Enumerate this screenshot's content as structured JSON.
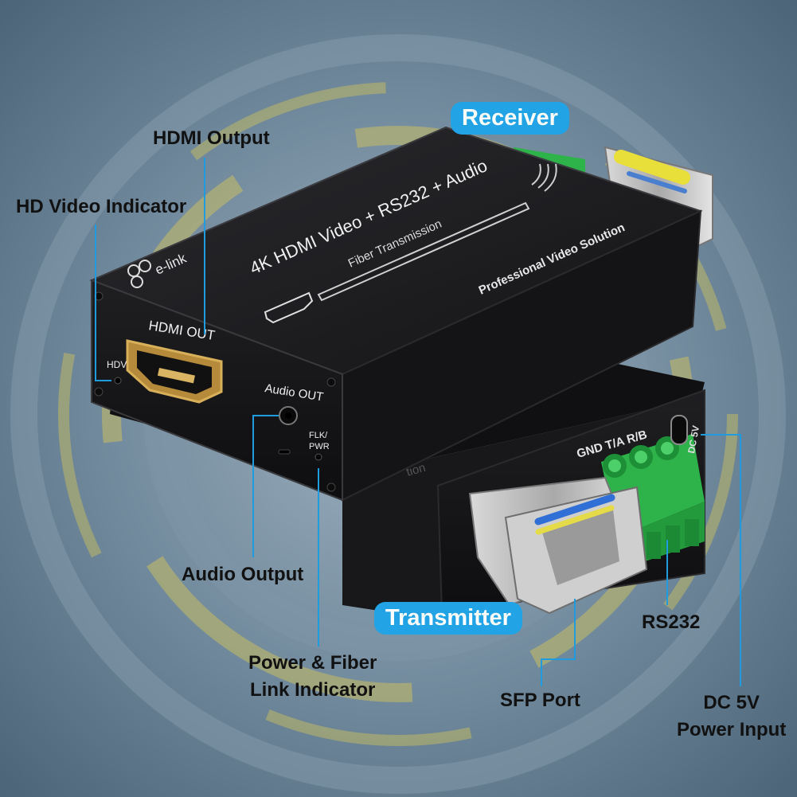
{
  "colors": {
    "accent": "#22a3e6",
    "leader_line": "#1f9be0",
    "housing": "#1c1c1f",
    "terminal_green": "#2db34a",
    "ring_yellow": "#d4c25a"
  },
  "labels": {
    "receiver": "Receiver",
    "transmitter": "Transmitter",
    "hdmi_output": "HDMI Output",
    "hd_video_indicator": "HD Video Indicator",
    "audio_output": "Audio Output",
    "power_fiber_line1": "Power & Fiber",
    "power_fiber_line2": "Link Indicator",
    "sfp_port": "SFP Port",
    "rs232": "RS232",
    "dc_line1": "DC 5V",
    "dc_line2": "Power Input"
  },
  "device": {
    "brand": "e-link",
    "title": "4K HDMI Video + RS232 + Audio",
    "subtitle": "Fiber Transmission",
    "slogan": "Professional Video Solution",
    "port_hdmi_out": "HDMI OUT",
    "port_hdv": "HDV",
    "port_audio_out": "Audio OUT",
    "port_flk_1": "FLK/",
    "port_flk_2": "PWR",
    "terminal_label": "GND T/A R/B",
    "dc_label": "DC 5V"
  },
  "icons": [
    "hdmi-port-icon",
    "sfp-module-icon",
    "terminal-block-icon",
    "fiber-wave-icon",
    "brand-logo-icon"
  ]
}
